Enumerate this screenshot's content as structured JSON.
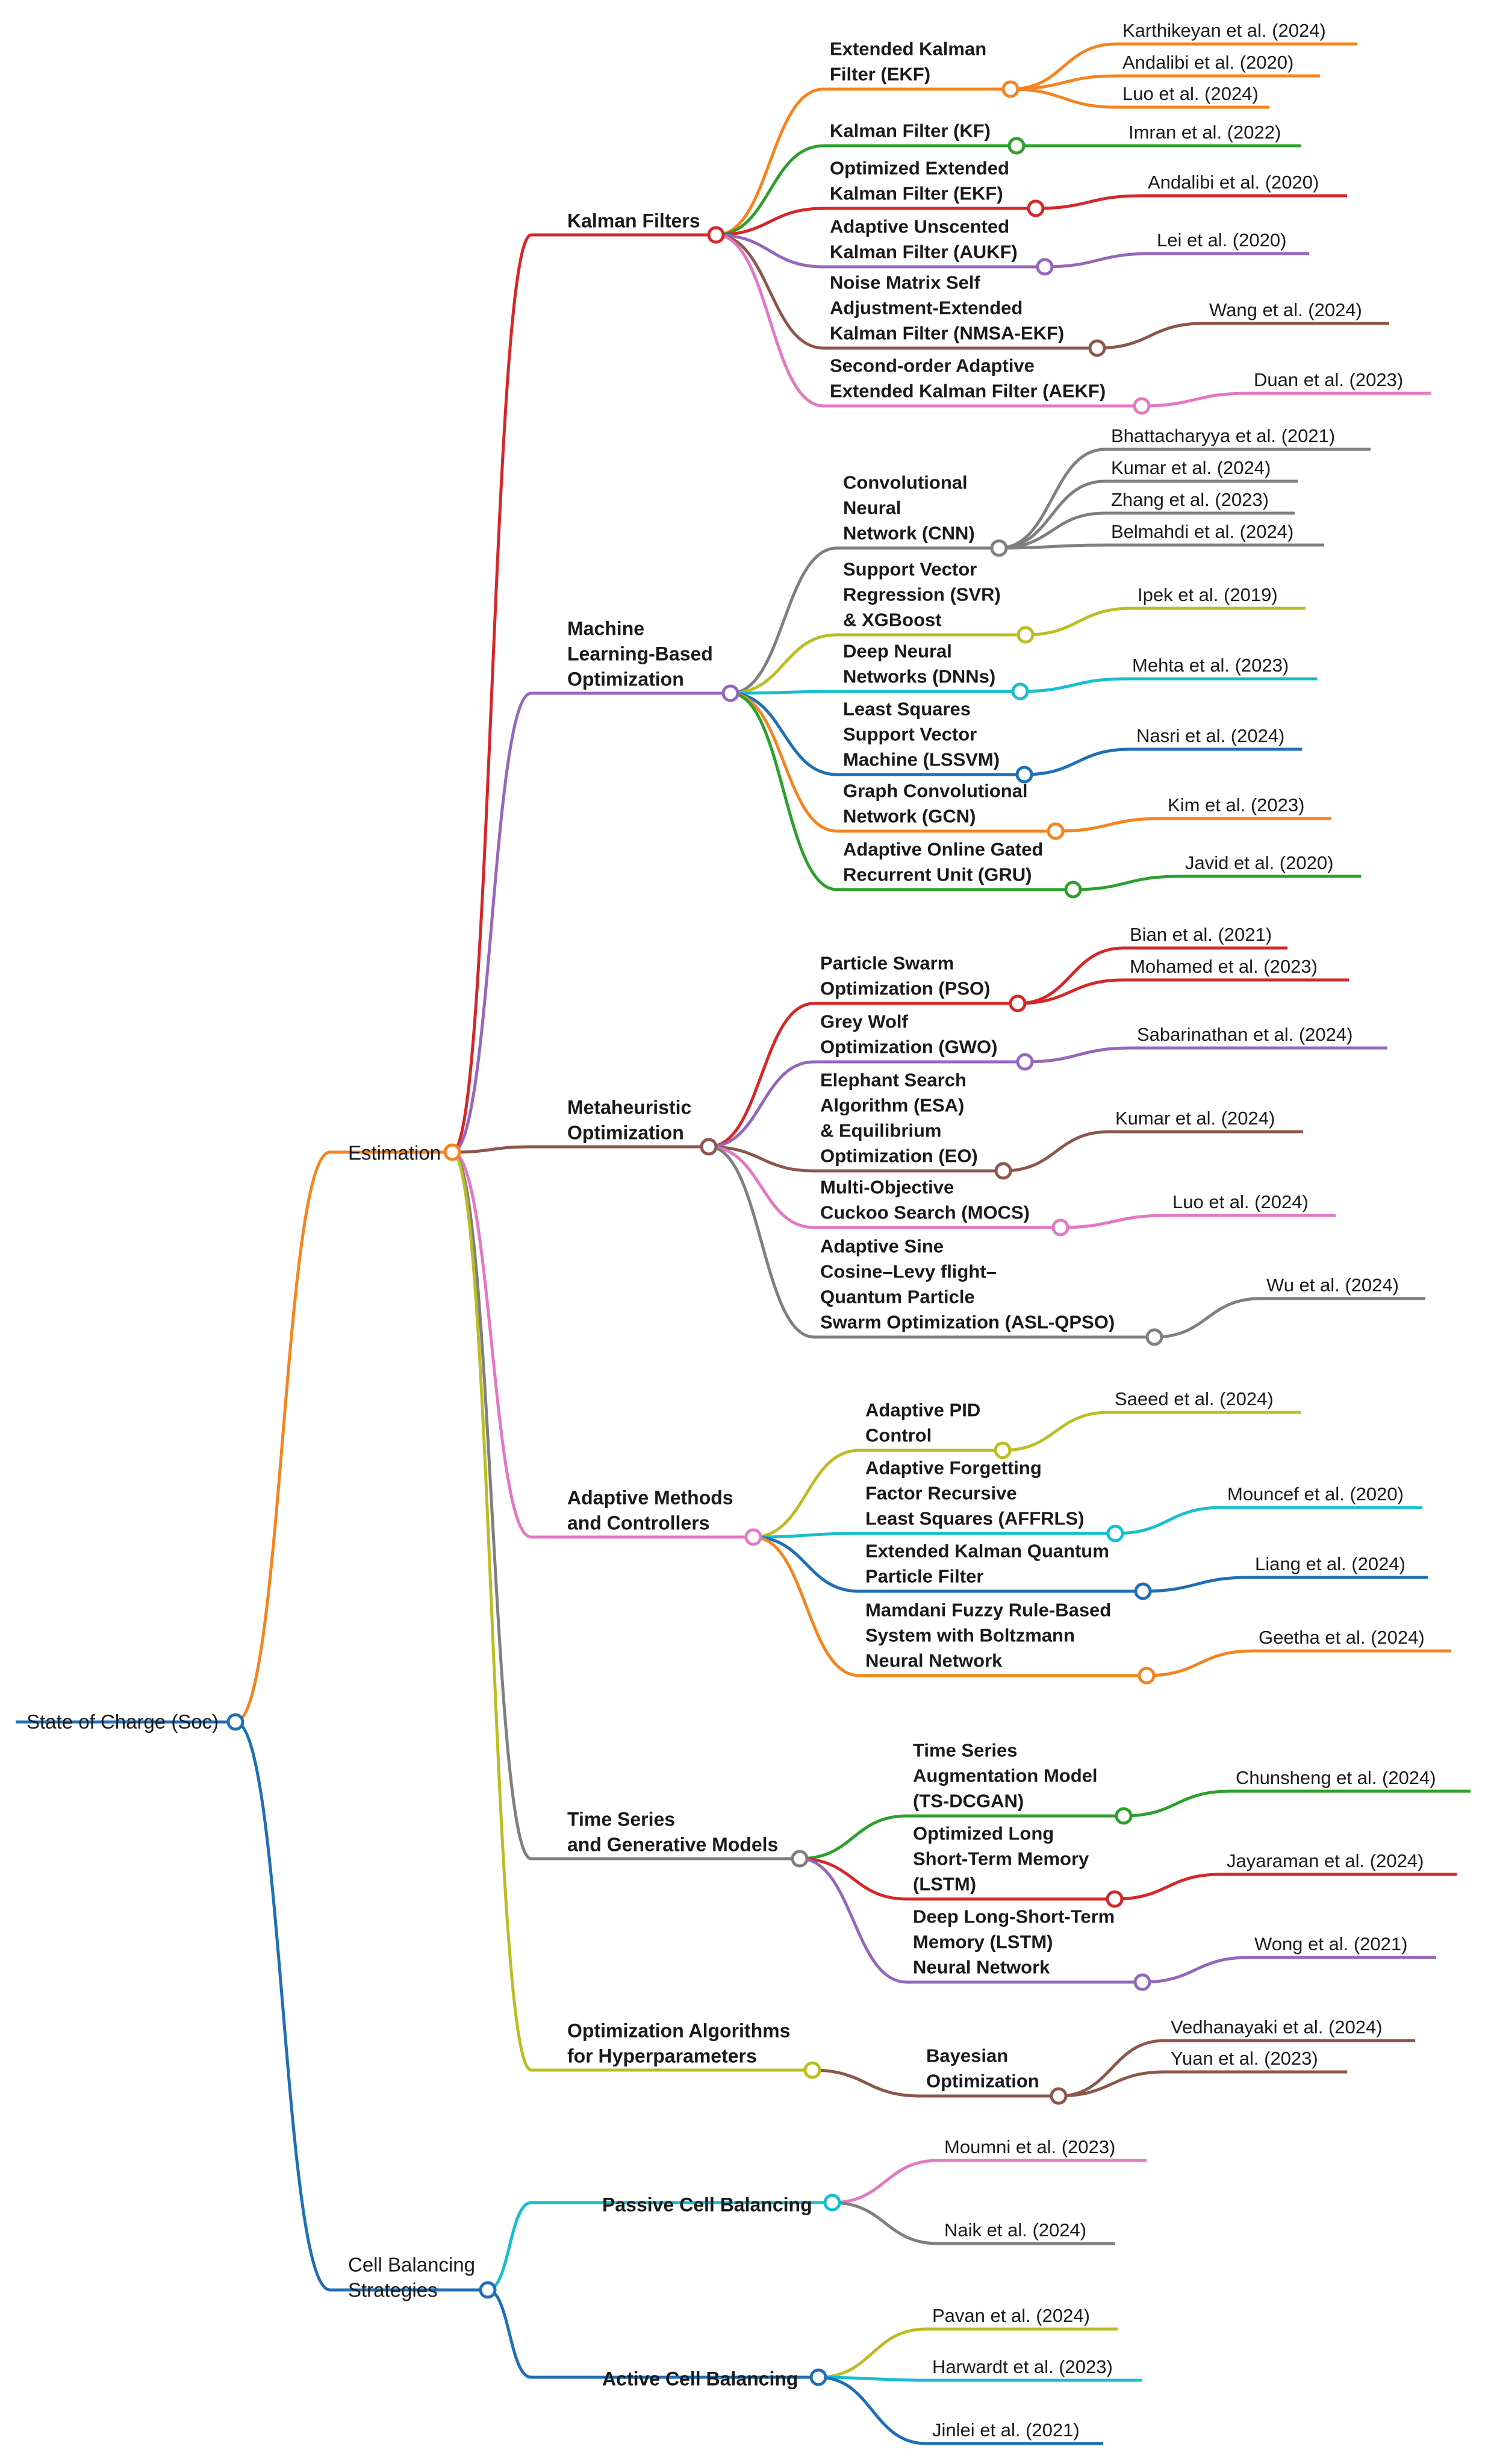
{
  "colors": {
    "blue": "#1f6fb4",
    "orange": "#f5841f",
    "red": "#d62728",
    "green": "#2ca02c",
    "purple": "#9467bd",
    "brown": "#8c564b",
    "pink": "#e377c2",
    "gray": "#7f7f7f",
    "olive": "#bcbd22",
    "cyan": "#17becf"
  },
  "root": {
    "label": "State of Charge (Soc)",
    "children": [
      {
        "label": "Estimation",
        "children": [
          {
            "label": "Kalman Filters",
            "children": [
              {
                "label": "Extended Kalman\nFilter (EKF)",
                "refs": [
                  "Karthikeyan et al. (2024)",
                  "Andalibi et al. (2020)",
                  "Luo et al. (2024)"
                ]
              },
              {
                "label": "Kalman Filter (KF)",
                "refs": [
                  "Imran et al. (2022)"
                ]
              },
              {
                "label": "Optimized Extended\nKalman Filter (EKF)",
                "refs": [
                  "Andalibi et al. (2020)"
                ]
              },
              {
                "label": "Adaptive Unscented\nKalman Filter (AUKF)",
                "refs": [
                  "Lei et al. (2020)"
                ]
              },
              {
                "label": "Noise Matrix Self\nAdjustment-Extended\nKalman Filter (NMSA-EKF)",
                "refs": [
                  "Wang et al. (2024)"
                ]
              },
              {
                "label": "Second-order Adaptive\nExtended Kalman Filter (AEKF)",
                "refs": [
                  "Duan et al. (2023)"
                ]
              }
            ]
          },
          {
            "label": "Machine\nLearning-Based\nOptimization",
            "children": [
              {
                "label": "Convolutional\nNeural\nNetwork (CNN)",
                "refs": [
                  "Bhattacharyya et al. (2021)",
                  "Kumar et al. (2024)",
                  "Zhang et al. (2023)",
                  "Belmahdi et al. (2024)"
                ]
              },
              {
                "label": "Support Vector\nRegression (SVR)\n& XGBoost",
                "refs": [
                  "Ipek et al. (2019)"
                ]
              },
              {
                "label": "Deep Neural\nNetworks (DNNs)",
                "refs": [
                  "Mehta et al. (2023)"
                ]
              },
              {
                "label": "Least Squares\nSupport Vector\nMachine (LSSVM)",
                "refs": [
                  "Nasri et al. (2024)"
                ]
              },
              {
                "label": "Graph Convolutional\nNetwork (GCN)",
                "refs": [
                  "Kim et al. (2023)"
                ]
              },
              {
                "label": "Adaptive Online Gated\nRecurrent Unit (GRU)",
                "refs": [
                  "Javid et al. (2020)"
                ]
              }
            ]
          },
          {
            "label": "Metaheuristic\nOptimization",
            "children": [
              {
                "label": "Particle Swarm\nOptimization (PSO)",
                "refs": [
                  "Bian et al. (2021)",
                  "Mohamed et al. (2023)"
                ]
              },
              {
                "label": "Grey Wolf\nOptimization (GWO)",
                "refs": [
                  "Sabarinathan et al. (2024)"
                ]
              },
              {
                "label": "Elephant Search\nAlgorithm (ESA)\n& Equilibrium\nOptimization (EO)",
                "refs": [
                  "Kumar et al. (2024)"
                ]
              },
              {
                "label": "Multi-Objective\nCuckoo Search (MOCS)",
                "refs": [
                  "Luo et al. (2024)"
                ]
              },
              {
                "label": "Adaptive Sine\nCosine–Levy flight–\nQuantum Particle\nSwarm Optimization (ASL-QPSO)",
                "refs": [
                  "Wu et al. (2024)"
                ]
              }
            ]
          },
          {
            "label": "Adaptive Methods\nand Controllers",
            "children": [
              {
                "label": "Adaptive PID\nControl",
                "refs": [
                  "Saeed et al. (2024)"
                ]
              },
              {
                "label": "Adaptive Forgetting\nFactor Recursive\nLeast Squares (AFFRLS)",
                "refs": [
                  "Mouncef et al. (2020)"
                ]
              },
              {
                "label": "Extended Kalman Quantum\nParticle Filter",
                "refs": [
                  "Liang et al. (2024)"
                ]
              },
              {
                "label": "Mamdani Fuzzy Rule-Based\nSystem with Boltzmann\nNeural Network",
                "refs": [
                  "Geetha et al. (2024)"
                ]
              }
            ]
          },
          {
            "label": "Time Series\nand Generative Models",
            "children": [
              {
                "label": "Time Series\nAugmentation Model\n(TS-DCGAN)",
                "refs": [
                  "Chunsheng et al. (2024)"
                ]
              },
              {
                "label": "Optimized Long\nShort-Term Memory\n(LSTM)",
                "refs": [
                  "Jayaraman et al. (2024)"
                ]
              },
              {
                "label": "Deep Long-Short-Term\nMemory (LSTM)\nNeural Network",
                "refs": [
                  "Wong et al. (2021)"
                ]
              }
            ]
          },
          {
            "label": "Optimization Algorithms\nfor Hyperparameters",
            "children": [
              {
                "label": "Bayesian\nOptimization",
                "refs": [
                  "Vedhanayaki et al. (2024)",
                  "Yuan et al. (2023)"
                ]
              }
            ]
          }
        ]
      },
      {
        "label": "Cell Balancing\nStrategies",
        "children": [
          {
            "label": "Passive Cell Balancing",
            "refs": [
              "Moumni et al. (2023)",
              "Naik et al. (2024)"
            ]
          },
          {
            "label": "Active Cell Balancing",
            "refs": [
              "Pavan et al. (2024)",
              "Harwardt et al. (2023)",
              "Jinlei et al. (2021)"
            ]
          }
        ]
      }
    ]
  }
}
